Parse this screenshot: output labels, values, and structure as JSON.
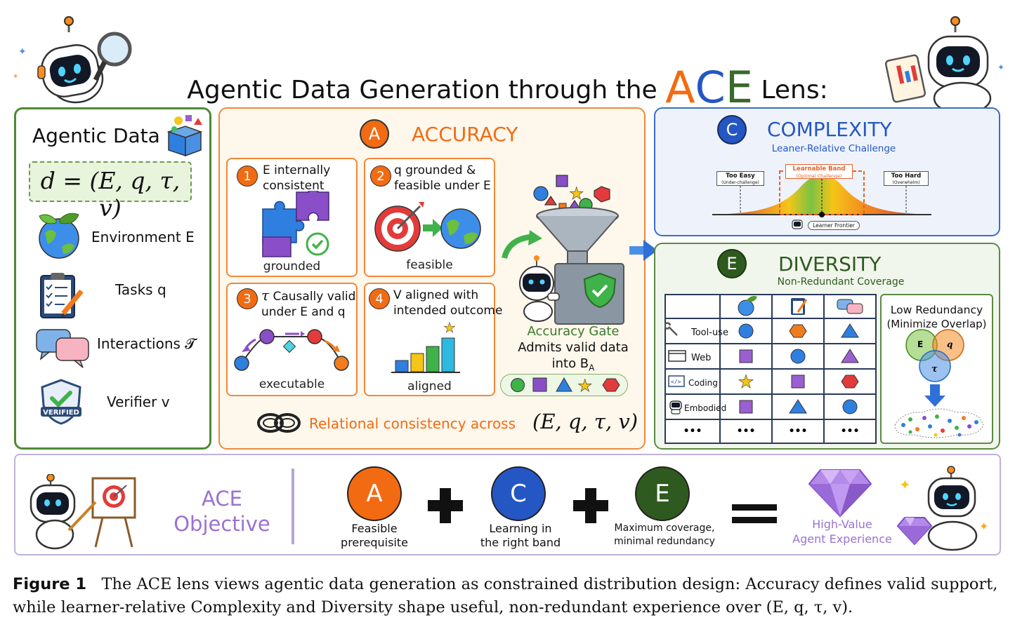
{
  "title": {
    "prefix": "Agentic Data Generation through the",
    "a": "A",
    "c": "C",
    "e": "E",
    "suffix": "Lens:"
  },
  "left": {
    "heading": "Agentic Data",
    "formula": "d = (E, q, τ, v)",
    "items": [
      {
        "label": "Environment E",
        "icon": "earth-leaf-icon"
      },
      {
        "label": "Tasks q",
        "icon": "clipboard-icon"
      },
      {
        "label": "Interactions 𝓣",
        "icon": "chat-bubbles-icon"
      },
      {
        "label": "Verifier v",
        "icon": "verified-shield-icon"
      }
    ],
    "badge": "VERIFIED"
  },
  "accuracy": {
    "letter": "A",
    "title": "ACCURACY",
    "cards": [
      {
        "num": "1",
        "text1": "E internally",
        "text2": "consistent",
        "caption": "grounded"
      },
      {
        "num": "2",
        "text1": "q grounded &",
        "text2": "feasible under E",
        "caption": "feasible"
      },
      {
        "num": "3",
        "text1": "Causally valid",
        "text1_prefix": "τ",
        "text2": "under E and q",
        "caption": "executable"
      },
      {
        "num": "4",
        "text1": "V aligned with",
        "text2": "intended outcome",
        "caption": "aligned"
      }
    ],
    "gate_title": "Accuracy Gate",
    "gate_line1": "Admits valid data",
    "gate_line2": "into B",
    "gate_sub": "A",
    "relational": "Relational consistency across",
    "relational_math": "(E, q, τ, v)"
  },
  "complexity": {
    "letter": "C",
    "title": "COMPLEXITY",
    "subtitle": "Leaner-Relative Challenge",
    "too_easy": "Too Easy",
    "too_easy_sub": "(Under-challenge)",
    "band": "Learnable Band",
    "band_sub": "(Optimal Challenge)",
    "too_hard": "Too Hard",
    "too_hard_sub": "(Overwhelm)",
    "frontier": "Learner Frontier"
  },
  "diversity": {
    "letter": "E",
    "title": "DIVERSITY",
    "subtitle": "Non-Redundant Coverage",
    "rows": [
      "Tool-use",
      "Web",
      "Coding",
      "Embodied",
      "•••"
    ],
    "cells": [
      [
        {
          "shape": "circle",
          "color": "#2f7fe0"
        },
        {
          "shape": "hexagon",
          "color": "#f07c1e"
        },
        {
          "shape": "triangle",
          "color": "#2f7fe0"
        }
      ],
      [
        {
          "shape": "square",
          "color": "#9a5fd0"
        },
        {
          "shape": "circle",
          "color": "#2f7fe0"
        },
        {
          "shape": "triangle",
          "color": "#9a5fd0"
        }
      ],
      [
        {
          "shape": "star",
          "color": "#f5c518"
        },
        {
          "shape": "square",
          "color": "#9a5fd0"
        },
        {
          "shape": "hexagon",
          "color": "#e33b3b"
        }
      ],
      [
        {
          "shape": "square",
          "color": "#9a5fd0"
        },
        {
          "shape": "triangle",
          "color": "#2f7fe0"
        },
        {
          "shape": "circle",
          "color": "#2f7fe0"
        }
      ],
      [
        {
          "shape": "dots"
        },
        {
          "shape": "dots"
        },
        {
          "shape": "dots"
        }
      ]
    ],
    "low_title1": "Low Redundancy",
    "low_title2": "(Minimize Overlap)",
    "venn": [
      "E",
      "q",
      "τ"
    ]
  },
  "objective": {
    "label1": "ACE",
    "label2": "Objective",
    "terms": [
      {
        "letter": "A",
        "color": "#f26b12",
        "line1": "Feasible",
        "line2": "prerequisite"
      },
      {
        "letter": "C",
        "color": "#2456c4",
        "line1": "Learning in",
        "line2": "the right band"
      },
      {
        "letter": "E",
        "color": "#2f5a1f",
        "line1": "Maximum coverage,",
        "line2": "minimal redundancy"
      }
    ],
    "result1": "High-Value",
    "result2": "Agent Experience"
  },
  "caption": {
    "label": "Figure 1",
    "text": "The ACE lens views agentic data generation as constrained distribution design: Accuracy defines valid support, while learner-relative Complexity and Diversity shape useful, non-redundant experience over (E, q, τ, v)."
  },
  "colors": {
    "accuracy": "#f26b12",
    "complexity": "#2456c4",
    "diversity": "#2f5a1f",
    "objective": "#9b72cf"
  }
}
